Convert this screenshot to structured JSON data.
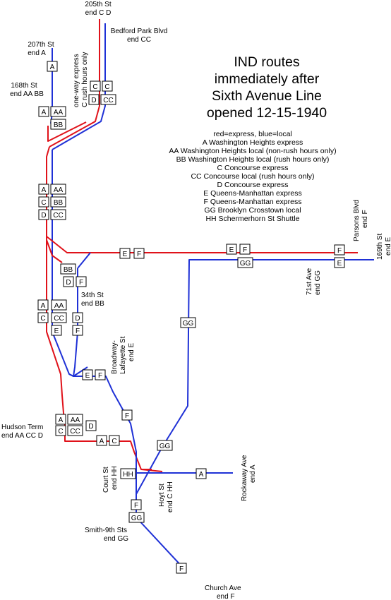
{
  "title": [
    "IND routes",
    "immediately after",
    "Sixth Avenue Line",
    "opened 12-15-1940"
  ],
  "legend": [
    "red=express, blue=local",
    "A Washington Heights express",
    "AA Washington Heights local (non-rush hours only)",
    "BB Washington Heights local (rush hours only)",
    "C Concourse express",
    "CC Concourse local (rush hours only)",
    "D Concourse express",
    "E Queens-Manhattan express",
    "F Queens-Manhattan express",
    "GG Brooklyn Crosstown local",
    "HH Schermerhorn St Shuttle"
  ],
  "colors": {
    "express": "#e0121a",
    "local": "#1f31d6"
  },
  "labels": {
    "st205_1": "205th St",
    "st205_2": "end C D",
    "bedford_1": "Bedford Park Blvd",
    "bedford_2": "end CC",
    "st207_1": "207th St",
    "st207_2": "end A",
    "oneway_1": "one-way express",
    "oneway_2": "C rush hours only",
    "st168_1": "168th St",
    "st168_2": "end AA BB",
    "parsons_1": "Parsons Blvd",
    "parsons_2": "end F",
    "st169_1": "169th St",
    "st169_2": "end E",
    "ave71_1": "71st Ave",
    "ave71_2": "end GG",
    "st34_1": "34th St",
    "st34_2": "end BB",
    "broadway_1": "Broadway-",
    "broadway_2": "Lafayette St",
    "broadway_3": "end E",
    "hudson_1": "Hudson Term",
    "hudson_2": "end AA CC D",
    "court_1": "Court St",
    "court_2": "end HH",
    "hoyt_1": "Hoyt St",
    "hoyt_2": "end C HH",
    "rockaway_1": "Rockaway Ave",
    "rockaway_2": "end A",
    "smith_1": "Smith-9th Sts",
    "smith_2": "end GG",
    "church_1": "Church Ave",
    "church_2": "end F"
  },
  "route_boxes": {
    "a_207": "A",
    "c_top": "C",
    "c2_top": "C",
    "d_top": "D",
    "cc_top": "CC",
    "a_168": "A",
    "aa_168": "AA",
    "bb_168": "BB",
    "a_mid": "A",
    "aa_mid": "AA",
    "c_mid": "C",
    "bb_mid": "BB",
    "d_mid": "D",
    "cc_mid": "CC",
    "e_53": "E",
    "f_53": "F",
    "e_q": "E",
    "f_q": "F",
    "gg_q": "GG",
    "f_parsons": "F",
    "e_169": "E",
    "bb_34": "BB",
    "d_34": "D",
    "f_34": "F",
    "a_w4": "A",
    "aa_w4": "AA",
    "c_w4": "C",
    "cc_w4": "CC",
    "e_w4": "E",
    "d_w4": "D",
    "f_w4": "F",
    "gg_mid": "GG",
    "e_bl": "E",
    "f_bl": "F",
    "f_south": "F",
    "a_hud": "A",
    "aa_hud": "AA",
    "c_hud": "C",
    "cc_hud": "CC",
    "d_hud": "D",
    "a_bk": "A",
    "c_bk": "C",
    "gg_bk": "GG",
    "hh_court": "HH",
    "a_rock": "A",
    "f_smith": "F",
    "gg_smith": "GG",
    "f_church": "F"
  }
}
